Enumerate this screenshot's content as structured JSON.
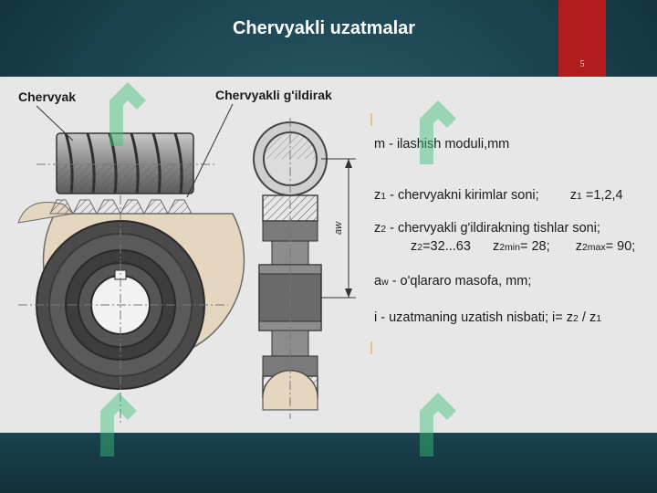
{
  "slide": {
    "title": "Chervyakli uzatmalar",
    "page_number": "5"
  },
  "diagram": {
    "label_worm": "Chervyak",
    "label_wheel": "Chervyakli g'ildirak",
    "dimension_label": "aw"
  },
  "text": {
    "m_line": "m - ilashish moduli,mm",
    "z1": {
      "symbol": "z",
      "sub": "1",
      "desc": " - chervyakni kirimlar soni;",
      "val_sym": "z",
      "val_sub": "1",
      "val": " =1,2,4"
    },
    "z2": {
      "symbol": "z",
      "sub": "2",
      "desc": " - chervyakli g'ildirakning tishlar soni;"
    },
    "z2_range": {
      "a_sym": "z",
      "a_sub": "2",
      "a_val": "=32...63",
      "b_sym": "z",
      "b_sub": "2min",
      "b_val": "= 28;",
      "c_sym": "z",
      "c_sub": "2max",
      "c_val": "= 90;"
    },
    "aw": {
      "symbol": "a",
      "sub": "w",
      "desc": " - o'qlararo masofa, mm;"
    },
    "i": {
      "desc": "i - uzatmaning uzatish nisbati;  i= z",
      "sub1": "2",
      "mid": " / z",
      "sub2": "1"
    }
  },
  "colors": {
    "accent_red": "#b21c1c",
    "slide_bg": "#1b4450",
    "content_bg": "#e7e7e7",
    "wheel_rim": "#e4d6bf",
    "watermark": "#3dbf7a"
  }
}
